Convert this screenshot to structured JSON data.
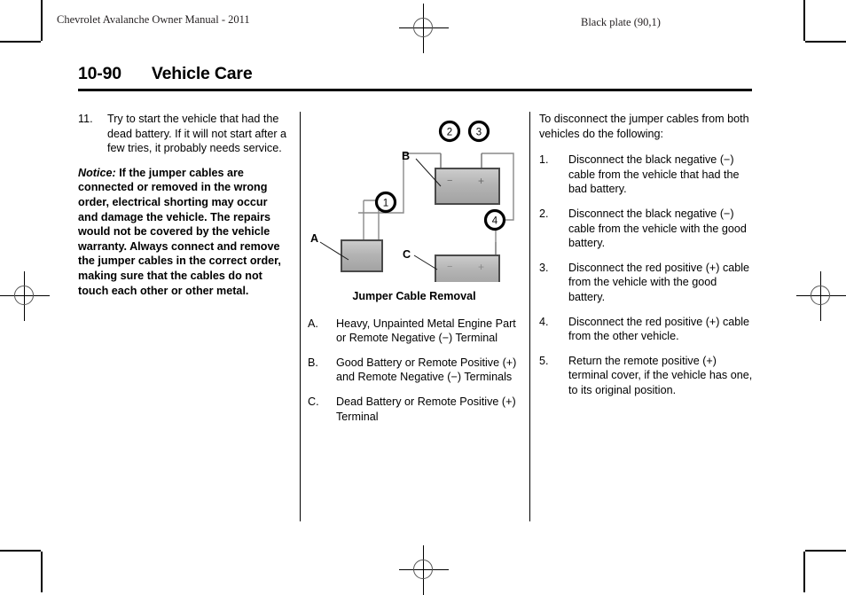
{
  "page": {
    "running_head_left": "Chevrolet Avalanche Owner Manual - 2011",
    "running_head_right": "Black plate (90,1)",
    "page_number": "10-90",
    "section_title": "Vehicle Care"
  },
  "column_one": {
    "step_eleven": {
      "marker": "11.",
      "text": "Try to start the vehicle that had the dead battery. If it will not start after a few tries, it probably needs service."
    },
    "notice": {
      "label": "Notice:",
      "text": "If the jumper cables are connected or removed in the wrong order, electrical shorting may occur and damage the vehicle. The repairs would not be covered by the vehicle warranty. Always connect and remove the jumper cables in the correct order, making sure that the cables do not touch each other or other metal."
    }
  },
  "figure": {
    "caption": "Jumper Cable Removal",
    "callouts": [
      "1",
      "2",
      "3",
      "4"
    ],
    "labels": [
      "A",
      "B",
      "C"
    ],
    "terminal_minus": "−",
    "terminal_plus": "+",
    "legend": [
      {
        "marker": "A.",
        "text": "Heavy, Unpainted Metal Engine Part or Remote Negative (−) Terminal"
      },
      {
        "marker": "B.",
        "text": "Good Battery or Remote Positive (+) and Remote Negative (−) Terminals"
      },
      {
        "marker": "C.",
        "text": "Dead Battery or Remote Positive (+) Terminal"
      }
    ]
  },
  "column_three": {
    "intro": "To disconnect the jumper cables from both vehicles do the following:",
    "steps": [
      {
        "marker": "1.",
        "text": "Disconnect the black negative (−) cable from the vehicle that had the bad battery."
      },
      {
        "marker": "2.",
        "text": "Disconnect the black negative (−) cable from the vehicle with the good battery."
      },
      {
        "marker": "3.",
        "text": "Disconnect the red positive (+) cable from the vehicle with the good battery."
      },
      {
        "marker": "4.",
        "text": "Disconnect the red positive (+) cable from the other vehicle."
      },
      {
        "marker": "5.",
        "text": "Return the remote positive (+) terminal cover, if the vehicle has one, to its original position."
      }
    ]
  }
}
